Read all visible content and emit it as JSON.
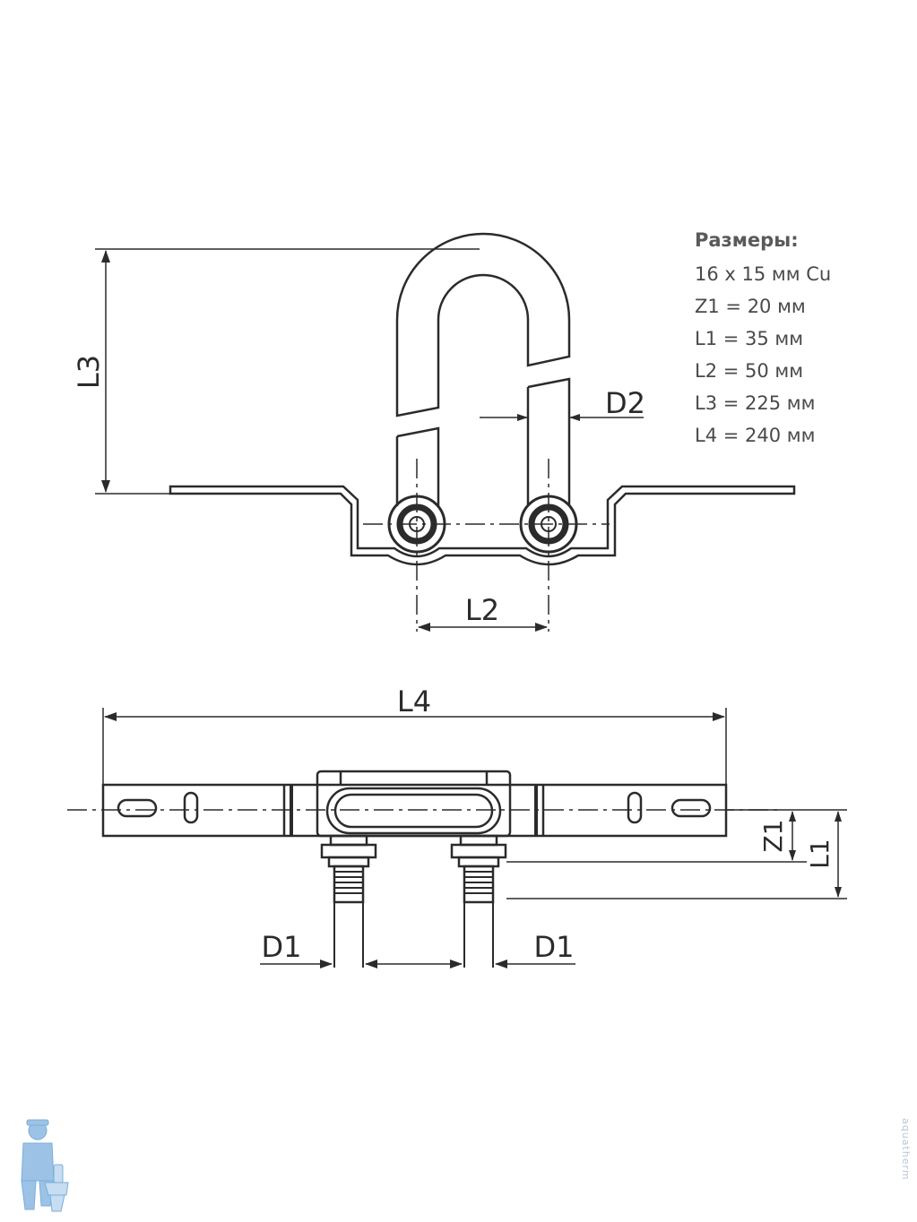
{
  "specs": {
    "title": "Размеры:",
    "lines": [
      "16 x 15 мм Cu",
      "Z1 = 20 мм",
      "L1 = 35 мм",
      "L2 = 50 мм",
      "L3 = 225 мм",
      "L4 = 240 мм"
    ]
  },
  "labels": {
    "l3": "L3",
    "d2": "D2",
    "l2": "L2",
    "l4": "L4",
    "z1": "Z1",
    "l1": "L1",
    "d1_left": "D1",
    "d1_right": "D1"
  },
  "watermark": "aquatherm",
  "colors": {
    "line": "#2b2b2b",
    "text": "#4a4a4a",
    "mascot": "#9cc3e6"
  }
}
